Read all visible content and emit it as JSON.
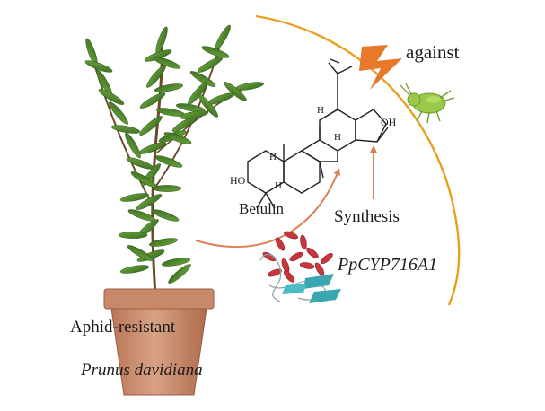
{
  "labels": {
    "against": "against",
    "compound": "Betulin",
    "synthesis": "Synthesis",
    "gene": "PpCYP716A1",
    "plant_trait": "Aphid-resistant",
    "plant_species": "Prunus davidiana"
  },
  "molecule_atoms": {
    "hydroxyl_left": "HO",
    "hydroxyl_right": "OH",
    "h1": "H",
    "h2": "H",
    "h3": "H",
    "h4": "H"
  },
  "icons": {
    "plant": "potted-peach-plant-icon",
    "insect": "aphid-icon",
    "bolt": "lightning-bolt-icon",
    "protein": "protein-structure-icon"
  },
  "colors": {
    "arc": "#e8a020",
    "arrow": "#d9825a",
    "bolt": "#e8782a",
    "pot": "#c8896a",
    "leaf": "#4f8a2e",
    "aphid": "#9bc84a",
    "helix": "#c8353a",
    "sheet": "#3aa6b0"
  }
}
